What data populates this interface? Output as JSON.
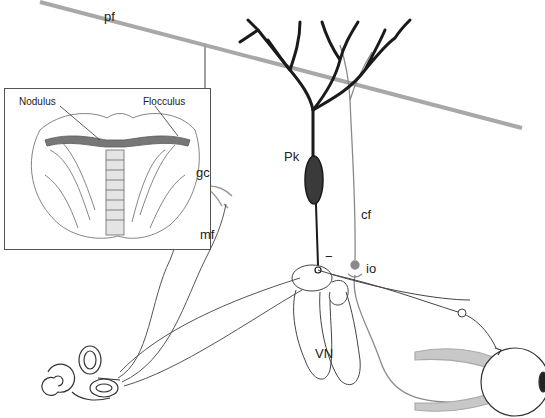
{
  "diagram": {
    "nodes": [
      {
        "text": [
          "Nodulus",
          "Flocculus"
        ]
      }
    ],
    "labels": [
      "pf",
      "Pk",
      "cf",
      "io",
      "gc",
      "mf",
      "VN",
      "−"
    ]
  }
}
